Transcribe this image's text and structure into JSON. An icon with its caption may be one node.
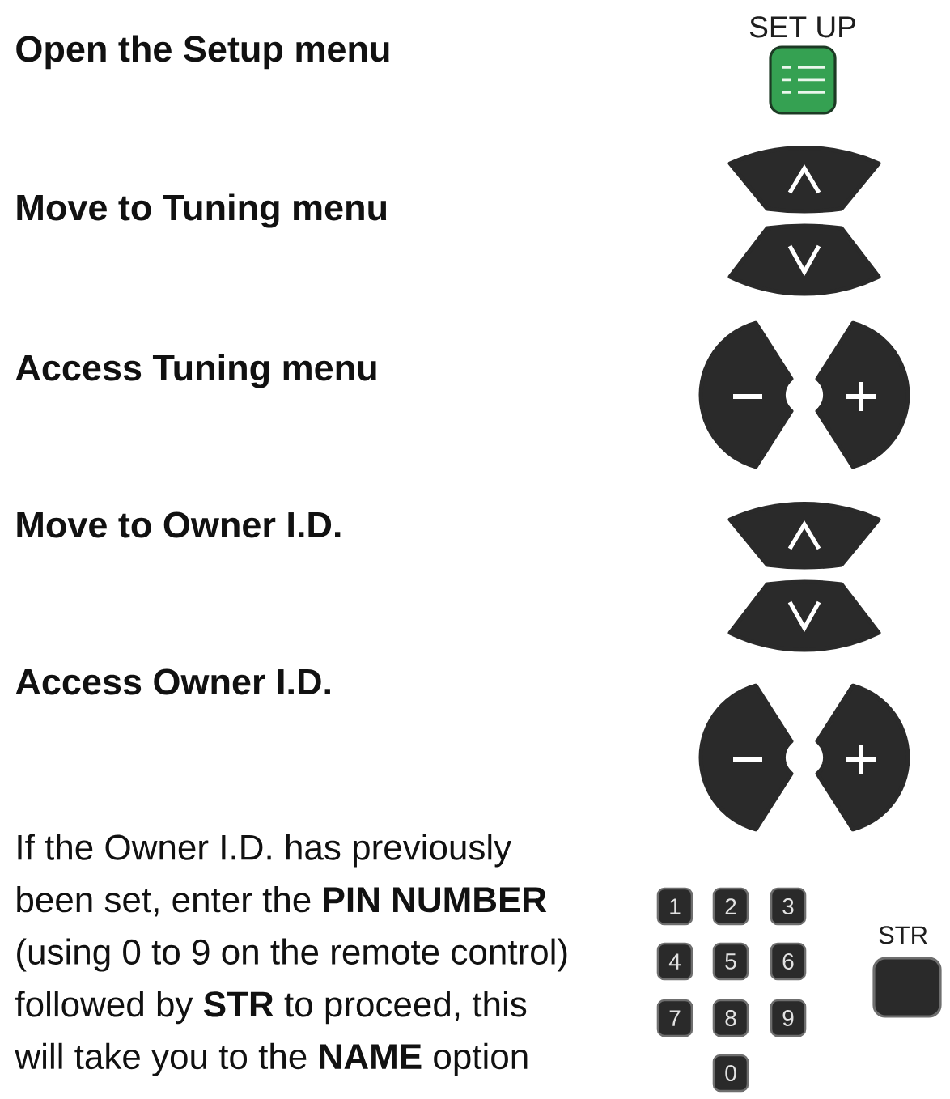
{
  "diagram": {
    "nodes": [
      {
        "text": [
          "SET UP"
        ]
      },
      {
        "text": [],
        "shape": "button"
      },
      {
        "text": [],
        "shape": "button"
      },
      {
        "text": [],
        "shape": "button"
      },
      {
        "text": [],
        "shape": "button"
      },
      {
        "text": [],
        "shape": "button"
      },
      {
        "text": [],
        "shape": "button"
      },
      {
        "text": [],
        "shape": "button"
      },
      {
        "text": [],
        "shape": "button"
      },
      {
        "text": [
          "1"
        ]
      },
      {
        "text": [
          "2"
        ]
      },
      {
        "text": [
          "3"
        ]
      },
      {
        "text": [
          "4"
        ]
      },
      {
        "text": [
          "5"
        ]
      },
      {
        "text": [
          "6"
        ]
      },
      {
        "text": [
          "7"
        ]
      },
      {
        "text": [
          "8"
        ]
      },
      {
        "text": [
          "9"
        ]
      },
      {
        "text": [
          "0"
        ]
      },
      {
        "text": [
          "STR"
        ]
      }
    ],
    "labels": [
      "Open the Setup menu",
      "Move to Tuning menu",
      "Access Tuning menu",
      "Move to Owner I.D.",
      "Access Owner I.D.",
      "If the Owner I.D. has previously been set, enter the **PIN NUMBER** (using 0 to 9 on the remote control) followed by **STR** to proceed, this will take you to the **NAME** option"
    ]
  }
}
